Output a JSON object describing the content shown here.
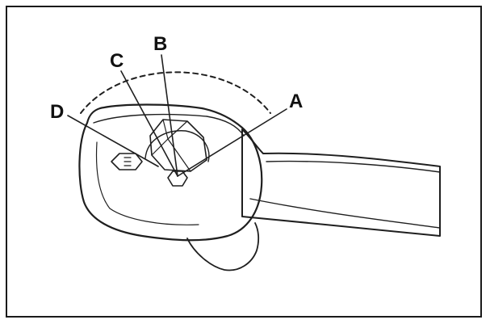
{
  "diagram": {
    "callouts": {
      "a": "A",
      "b": "B",
      "c": "C",
      "d": "D"
    },
    "colors": {
      "ink": "#1f1f1f",
      "background": "#ffffff"
    }
  }
}
